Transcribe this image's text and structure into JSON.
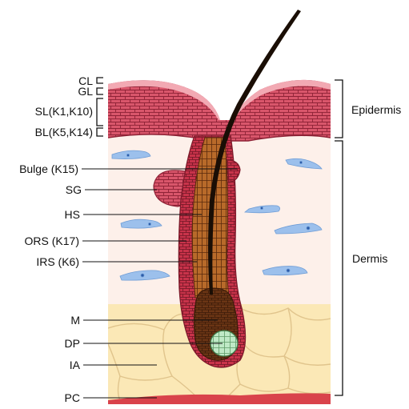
{
  "diagram": {
    "layer_labels": {
      "cl": "CL",
      "gl": "GL",
      "sl": "SL(K1,K10)",
      "bl": "BL(K5,K14)"
    },
    "structure_labels": {
      "bulge": "Bulge (K15)",
      "sg": "SG",
      "hs": "HS",
      "ors": "ORS (K17)",
      "irs": "IRS (K6)",
      "m": "M",
      "dp": "DP",
      "ia": "IA",
      "pc": "PC"
    },
    "region_labels": {
      "epidermis": "Epidermis",
      "dermis": "Dermis"
    }
  },
  "colors": {
    "epidermis": "#d9566b",
    "epidermis_surface": "#f2a9b3",
    "dermis": "#fdf0ea",
    "adipose": "#fbe8b6",
    "adipose_lines": "#e0c48c",
    "follicle_ors": "#c8334a",
    "hair_shaft": "#b86a2a",
    "matrix": "#6b3515",
    "dermal_papilla": "#bfe9c6",
    "fibroblast": "#9cc0ec",
    "panniculus": "#d9434b"
  }
}
